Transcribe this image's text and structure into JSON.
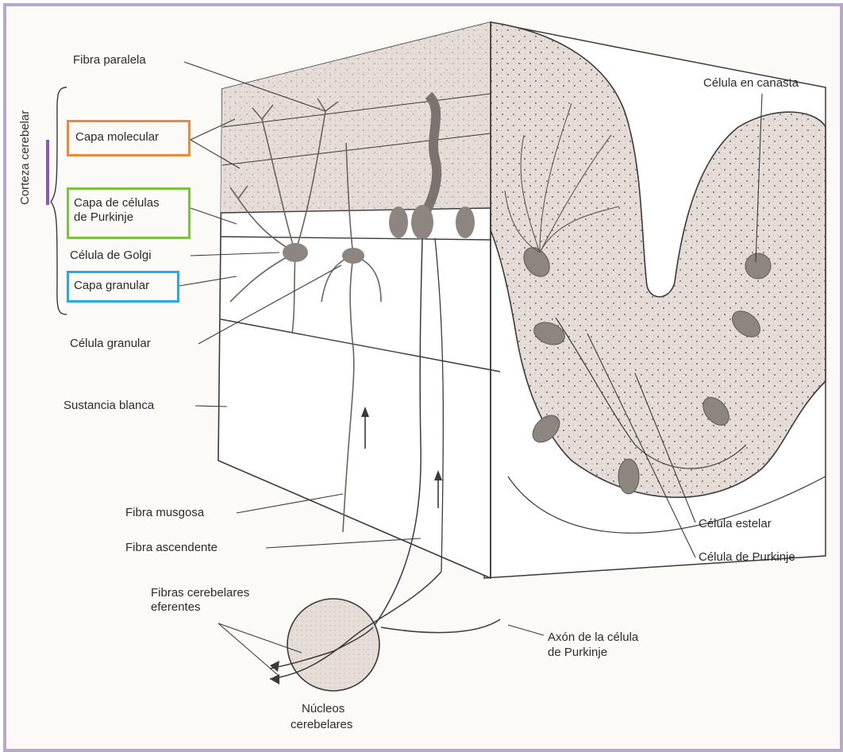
{
  "labels": {
    "fibra_paralela": "Fibra paralela",
    "capa_molecular": "Capa molecular",
    "capa_purkinje_1": "Capa de células",
    "capa_purkinje_2": "de Purkinje",
    "celula_golgi": "Célula de Golgi",
    "capa_granular": "Capa granular",
    "celula_granular": "Célula granular",
    "sustancia_blanca": "Sustancia blanca",
    "fibra_musgosa": "Fibra musgosa",
    "fibra_ascendente": "Fibra ascendente",
    "fibras_eferentes_1": "Fibras cerebelares",
    "fibras_eferentes_2": "eferentes",
    "nucleos_1": "Núcleos",
    "nucleos_2": "cerebelares",
    "axon_1": "Axón de la célula",
    "axon_2": "de Purkinje",
    "celula_canasta": "Célula en canasta",
    "celula_estelar": "Célula estelar",
    "celula_purkinje": "Célula de Purkinje",
    "corteza": "Corteza cerebelar"
  },
  "colors": {
    "frame": "#b9a8c9",
    "capa_molecular_box": "#ec8a3c",
    "capa_purkinje_box": "#7cc243",
    "capa_granular_box": "#29a9e1",
    "corteza_bar": "#8a58b4",
    "tissue": "#e4dcd8",
    "neuron": "#8c8580"
  }
}
